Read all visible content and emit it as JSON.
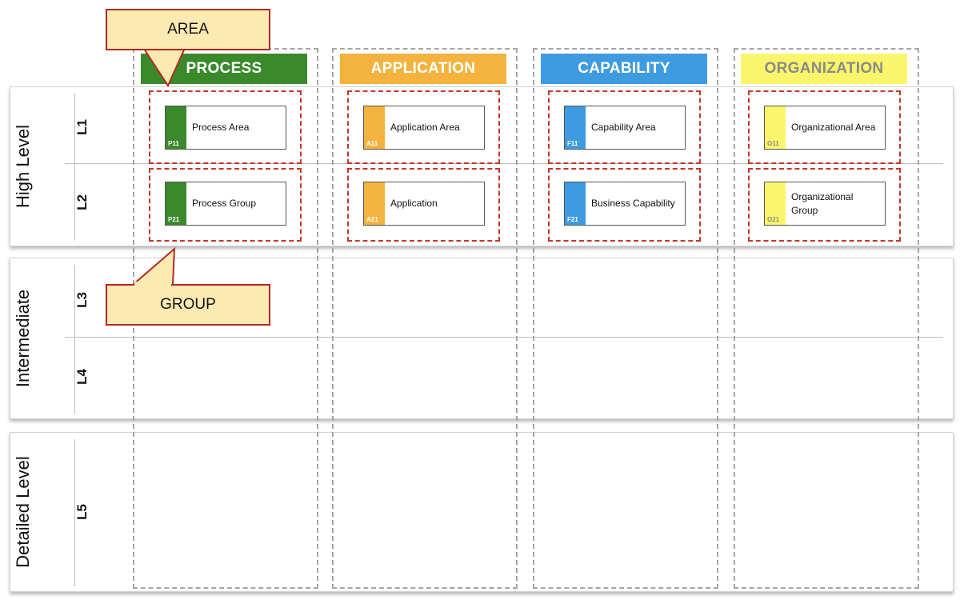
{
  "levels": [
    {
      "name": "High Level",
      "rows": [
        "L1",
        "L2"
      ]
    },
    {
      "name": "Intermediate",
      "rows": [
        "L3",
        "L4"
      ]
    },
    {
      "name": "Detailed Level",
      "rows": [
        "L5"
      ]
    }
  ],
  "columns": [
    {
      "header": "PROCESS",
      "color": "#3a8a2c",
      "text_color": "#ffffff",
      "cards": [
        {
          "code": "P11",
          "label": "Process Area"
        },
        {
          "code": "P21",
          "label": "Process Group"
        }
      ]
    },
    {
      "header": "APPLICATION",
      "color": "#f4b33e",
      "text_color": "#ffffff",
      "cards": [
        {
          "code": "A11",
          "label": "Application Area"
        },
        {
          "code": "A21",
          "label": "Application"
        }
      ]
    },
    {
      "header": "CAPABILITY",
      "color": "#3f9be0",
      "text_color": "#ffffff",
      "cards": [
        {
          "code": "F11",
          "label": "Capability Area"
        },
        {
          "code": "F21",
          "label": "Business Capability"
        }
      ]
    },
    {
      "header": "ORGANIZATION",
      "color": "#faf56a",
      "text_color": "#8a8a8a",
      "cards": [
        {
          "code": "O11",
          "label": "Organizational Area"
        },
        {
          "code": "O21",
          "label": "Organizational Group"
        }
      ]
    }
  ],
  "callouts": {
    "area": "AREA",
    "group": "GROUP"
  },
  "colors": {
    "callout_fill": "#fdeab2",
    "callout_border": "#b22a20",
    "group_border": "#c0392b"
  }
}
